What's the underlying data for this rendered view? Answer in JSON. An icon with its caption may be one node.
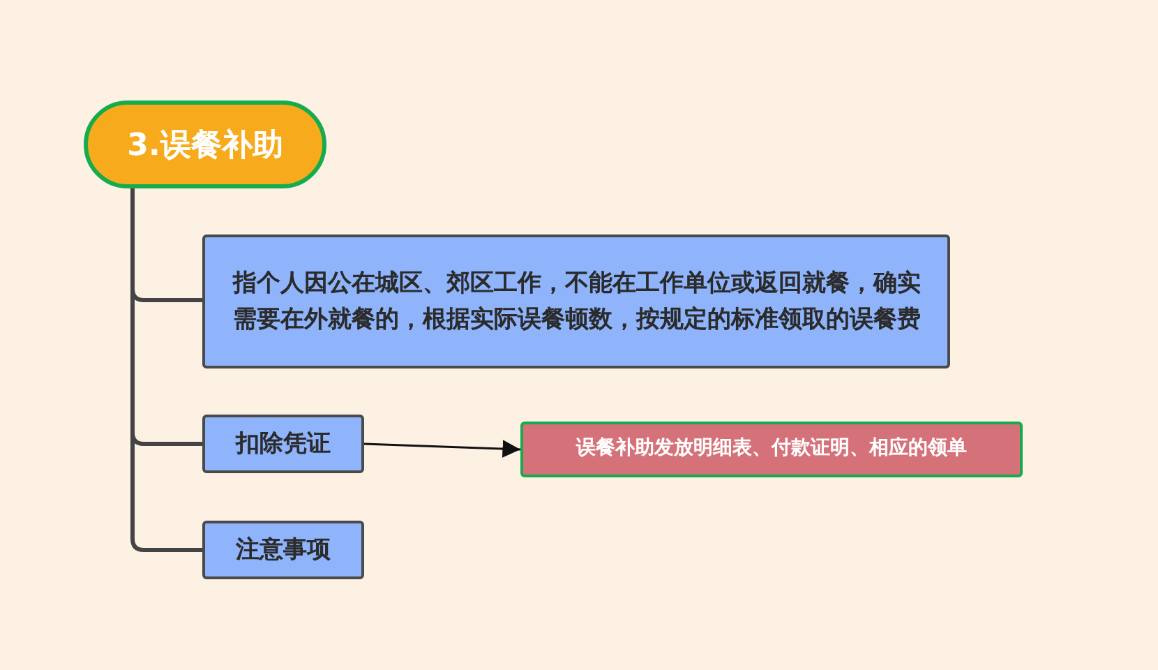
{
  "diagram": {
    "nodes": [
      {
        "text": [
          "3.误餐补助"
        ]
      },
      {
        "text": [
          "指个人因公在城区、郊区工作，不能在工作单位或返回就餐，确实需要在外就餐的，根据实际误餐顿数，按规定的标准领取的误餐费"
        ]
      },
      {
        "text": [
          "扣除凭证"
        ]
      },
      {
        "text": [
          "误餐补助发放明细表、付款证明、相应的领单"
        ]
      },
      {
        "text": [
          "注意事项"
        ]
      }
    ],
    "edges": [
      {
        "from": 0,
        "to": 1,
        "arrow": "none"
      },
      {
        "from": 0,
        "to": 2,
        "arrow": "none"
      },
      {
        "from": 2,
        "to": 3,
        "arrow": "to"
      },
      {
        "from": 0,
        "to": 4,
        "arrow": "none"
      }
    ]
  }
}
